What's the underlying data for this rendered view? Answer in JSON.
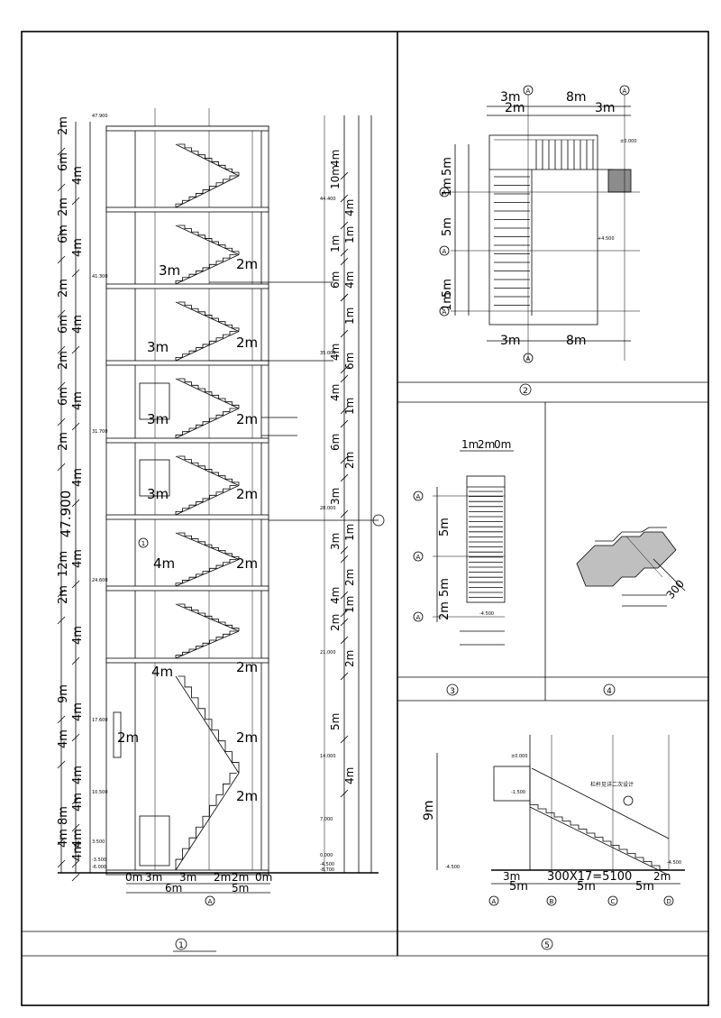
{
  "panels": {
    "p1": {
      "number": "1",
      "title": "",
      "overall_height": "47.900",
      "left_dims_col1": [
        "2m",
        "6m",
        "2m",
        "6m",
        "2m",
        "6m",
        "2m",
        "6m",
        "2m",
        "12m",
        "2m",
        "9m",
        "4m",
        "8m",
        "4m"
      ],
      "left_dims_col2": [
        "4m",
        "4m",
        "4m",
        "4m",
        "4m",
        "4m",
        "4m",
        "4m",
        "4m",
        "4m",
        "4m",
        "4m"
      ],
      "right_dims": [
        "4m",
        "4m",
        "10m",
        "1m",
        "1m",
        "4m",
        "6m",
        "1m",
        "4m",
        "6m",
        "4m",
        "1m",
        "6m",
        "2m",
        "3m",
        "1m",
        "3m",
        "2m",
        "4m",
        "1m",
        "2m",
        "2m",
        "5m",
        "4m"
      ],
      "flight_labels": [
        "3m",
        "2m",
        "3m",
        "2m",
        "3m",
        "2m",
        "3m",
        "2m",
        "4m",
        "2m",
        "4m",
        "2m",
        "2m",
        "2m",
        "2m"
      ],
      "bottom_dims": [
        "0m",
        "3m",
        "3m",
        "2m",
        "2m",
        "0m",
        "6m",
        "5m"
      ],
      "axis": "A",
      "level_labels": [
        "47.900",
        "44.400",
        "41.300",
        "35.000",
        "31.700",
        "28.000",
        "24.600",
        "21.000",
        "17.600",
        "14.000",
        "10.500",
        "7.000",
        "3.500",
        "0.000",
        "-3.500",
        "-4.500",
        "-6.000",
        "-8.700"
      ],
      "section_tag": "1"
    },
    "p2": {
      "number": "2",
      "title": "",
      "top_dims": [
        "3m",
        "8m",
        "2m",
        "3m"
      ],
      "left_dims": [
        "5m",
        "1m",
        "5m",
        "5m",
        "1m"
      ],
      "bottom_dims": [
        "3m",
        "8m"
      ],
      "axes": [
        "A",
        "A",
        "A",
        "A",
        "A",
        "A"
      ],
      "elev_labels": [
        "±0.000",
        "+4.500"
      ]
    },
    "p3": {
      "number": "3",
      "title": "",
      "top_dims": [
        "1m",
        "2m",
        "0m"
      ],
      "left_dims": [
        "5m",
        "5m",
        "2m"
      ],
      "axes": [
        "A",
        "A",
        "A"
      ],
      "elev_labels": [
        "-4.500"
      ]
    },
    "p4": {
      "number": "4",
      "title": "",
      "dim": "300"
    },
    "p5": {
      "number": "5",
      "title": "",
      "left_dim": "9m",
      "bottom_dims": [
        "5m",
        "5m",
        "5m"
      ],
      "step_label": "300X17=5100",
      "small_dims": [
        "3m",
        "2m"
      ],
      "note": "栏杆见详二次设计",
      "axes": [
        "A",
        "B",
        "C",
        "D"
      ],
      "elev_labels": [
        "±0.000",
        "-1.500",
        "-4.500",
        "-4.500"
      ]
    }
  }
}
